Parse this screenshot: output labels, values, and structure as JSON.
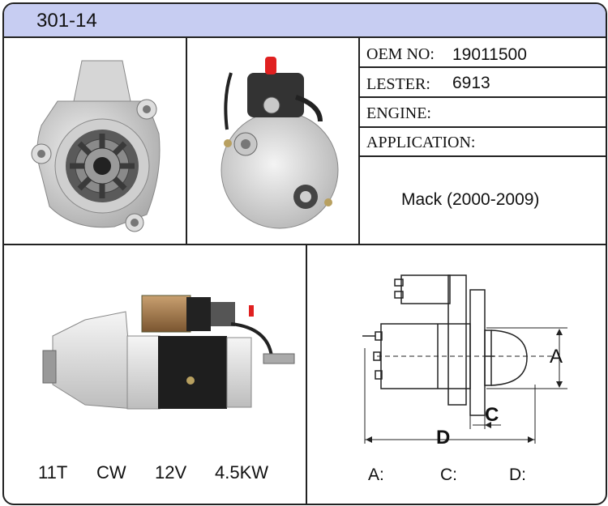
{
  "header": {
    "code": "301-14"
  },
  "info": {
    "oem_label": "OEM NO:",
    "oem_value": "19011500",
    "lester_label": "LESTER:",
    "lester_value": "6913",
    "engine_label": "ENGINE:",
    "engine_value": "",
    "application_label": "APPLICATION:",
    "application_value": "Mack (2000-2009)"
  },
  "specs": {
    "teeth": "11T",
    "rotation": "CW",
    "voltage": "12V",
    "power": "4.5KW"
  },
  "dimensions": {
    "a_letter": "A",
    "c_letter": "C",
    "d_letter": "D",
    "a_label": "A:",
    "c_label": "C:",
    "d_label": "D:"
  },
  "colors": {
    "header_bg": "#c7cdf2",
    "border": "#222222"
  }
}
